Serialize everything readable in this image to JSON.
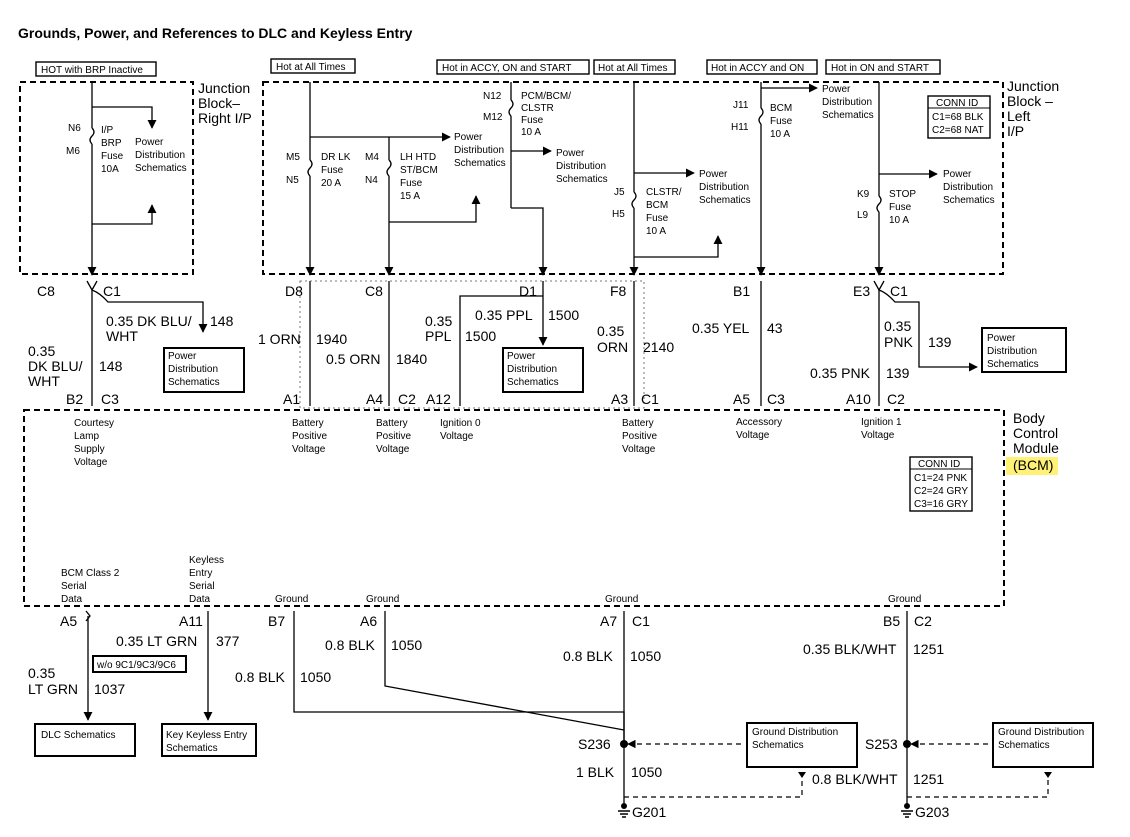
{
  "title": "Grounds, Power, and References to DLC and Keyless Entry",
  "hot": {
    "brp": "HOT with BRP Inactive",
    "all1": "Hot at All Times",
    "accy_on_start": "Hot in ACCY, ON and START",
    "all2": "Hot at All Times",
    "accy_on": "Hot in ACCY and ON",
    "on_start": "Hot in ON and START"
  },
  "jb_right": [
    "Junction",
    "Block–",
    "Right I/P"
  ],
  "jb_left": [
    "Junction",
    "Block –",
    "Left",
    "I/P"
  ],
  "conn_jb": {
    "title": "CONN ID",
    "c1": "C1=68 BLK",
    "c2": "C2=68 NAT"
  },
  "conn_bcm": {
    "title": "CONN ID",
    "c1": "C1=24 PNK",
    "c2": "C2=24 GRY",
    "c3": "C3=16 GRY"
  },
  "bcm": [
    "Body",
    "Control",
    "Module",
    "(BCM)"
  ],
  "pds": [
    "Power",
    "Distribution",
    "Schematics"
  ],
  "fuses": {
    "brp": {
      "t1": "N6",
      "t2": "M6",
      "name": [
        "I/P",
        "BRP",
        "Fuse",
        "10A"
      ]
    },
    "drlk": {
      "t1": "M5",
      "t2": "N5",
      "name": [
        "DR LK",
        "Fuse",
        "20 A"
      ]
    },
    "lhhtd": {
      "t1": "M4",
      "t2": "N4",
      "name": [
        "LH HTD",
        "ST/BCM",
        "Fuse",
        "15 A"
      ]
    },
    "pcm": {
      "t1": "N12",
      "t2": "M12",
      "name": [
        "PCM/BCM/",
        "CLSTR",
        "Fuse",
        "10 A"
      ]
    },
    "clstr": {
      "t1": "J5",
      "t2": "H5",
      "name": [
        "CLSTR/",
        "BCM",
        "Fuse",
        "10 A"
      ]
    },
    "bcmf": {
      "t1": "J11",
      "t2": "H11",
      "name": [
        "BCM",
        "Fuse",
        "10 A"
      ]
    },
    "stop": {
      "t1": "K9",
      "t2": "L9",
      "name": [
        "STOP",
        "Fuse",
        "10 A"
      ]
    }
  },
  "jb_pins": {
    "c8a": "C8",
    "c1a": "C1",
    "d8": "D8",
    "c8b": "C8",
    "d1": "D1",
    "f8": "F8",
    "b1": "B1",
    "e3": "E3",
    "c1b": "C1"
  },
  "bcm_top_pins": {
    "b2": "B2",
    "c3a": "C3",
    "a1": "A1",
    "a4": "A4",
    "c2a": "C2",
    "a12": "A12",
    "a3": "A3",
    "c1": "C1",
    "a5": "A5",
    "c3b": "C3",
    "a10": "A10",
    "c2b": "C2"
  },
  "wires_top": {
    "w148a_g": [
      "0.35 DK BLU/",
      "WHT"
    ],
    "w148a_n": "148",
    "w148b_g": [
      "0.35",
      "DK BLU/",
      "WHT"
    ],
    "w148b_n": "148",
    "w1940_g": "1 ORN",
    "w1940_n": "1940",
    "w1840_g": "0.5 ORN",
    "w1840_n": "1840",
    "w1500a_g": "0.35 PPL",
    "w1500a_n": "1500",
    "w1500b_g": [
      "0.35",
      "PPL"
    ],
    "w1500b_n": "1500",
    "w2140_g": [
      "0.35",
      "ORN"
    ],
    "w2140_n": "2140",
    "w43_g": "0.35 YEL",
    "w43_n": "43",
    "w139a_g": [
      "0.35",
      "PNK"
    ],
    "w139a_n": "139",
    "w139b_g": "0.35 PNK",
    "w139b_n": "139"
  },
  "bcm_inputs": {
    "courtesy": [
      "Courtesy",
      "Lamp",
      "Supply",
      "Voltage"
    ],
    "bpv1": [
      "Battery",
      "Positive",
      "Voltage"
    ],
    "bpv2": [
      "Battery",
      "Positive",
      "Voltage"
    ],
    "ign0": [
      "Ignition 0",
      "Voltage"
    ],
    "bpv3": [
      "Battery",
      "Positive",
      "Voltage"
    ],
    "accy": [
      "Accessory",
      "Voltage"
    ],
    "ign1": [
      "Ignition 1",
      "Voltage"
    ]
  },
  "bcm_outputs": {
    "class2": [
      "BCM Class 2",
      "Serial",
      "Data"
    ],
    "keyless": [
      "Keyless",
      "Entry",
      "Serial",
      "Data"
    ],
    "gnd": "Ground"
  },
  "bcm_bot_pins": {
    "a5": "A5",
    "a11": "A11",
    "b7": "B7",
    "a6": "A6",
    "a7": "A7",
    "c1": "C1",
    "b5": "B5",
    "c2": "C2"
  },
  "wires_bot": {
    "w1037_g": [
      "0.35",
      "LT GRN"
    ],
    "w1037_n": "1037",
    "w377_g": "0.35 LT GRN",
    "w377_n": "377",
    "w1050a_g": "0.8 BLK",
    "w1050a_n": "1050",
    "w1050b_g": "0.8 BLK",
    "w1050b_n": "1050",
    "w1050c_g": "0.8 BLK",
    "w1050c_n": "1050",
    "w1251a_g": "0.35 BLK/WHT",
    "w1251a_n": "1251",
    "w1050d_g": "1 BLK",
    "w1050d_n": "1050",
    "w1251b_g": "0.8 BLK/WHT",
    "w1251b_n": "1251"
  },
  "option": "w/o 9C1/9C3/9C6",
  "dlc": "DLC Schematics",
  "kke": [
    "Key Keyless Entry",
    "Schematics"
  ],
  "gds": [
    "Ground Distribution",
    "Schematics"
  ],
  "splices": {
    "s236": "S236",
    "s253": "S253"
  },
  "grounds": {
    "g201": "G201",
    "g203": "G203"
  }
}
